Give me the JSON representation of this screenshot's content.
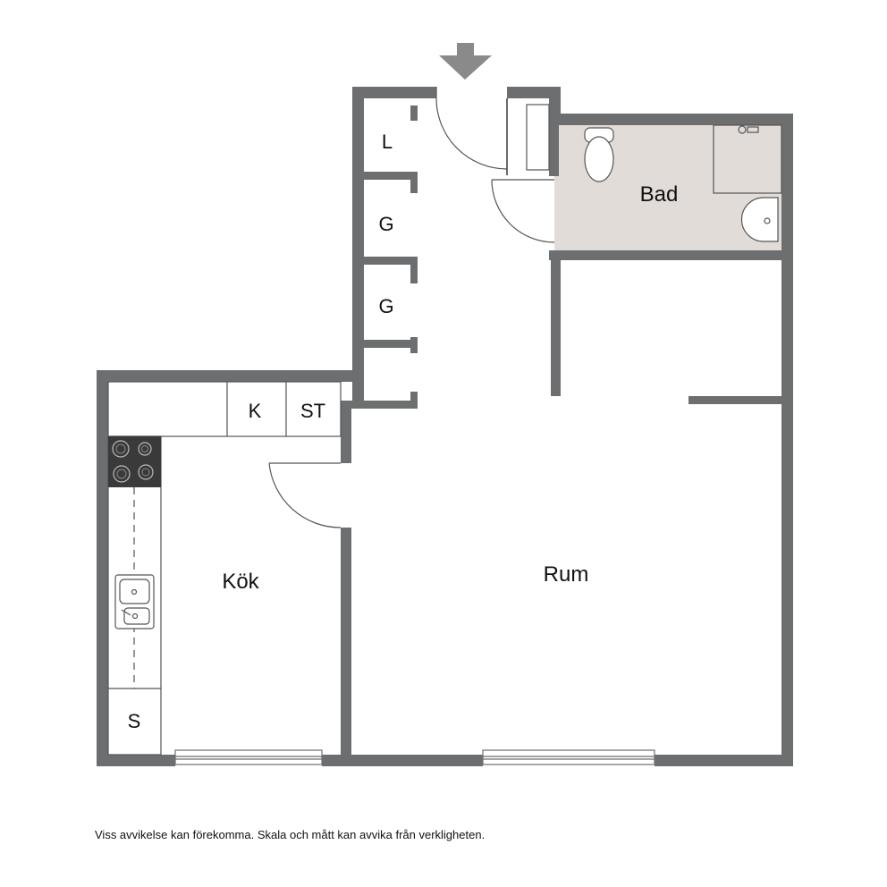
{
  "floorplan": {
    "entrance_arrow": "entrance-arrow-icon",
    "rooms": {
      "bad": "Bad",
      "kok": "Kök",
      "rum": "Rum"
    },
    "closets": {
      "linen": "L",
      "wardrobe_1": "G",
      "wardrobe_2": "G"
    },
    "kitchen_units": {
      "fridge": "K",
      "freezer": "ST",
      "storage": "S"
    },
    "colors": {
      "wall": "#6d6e70",
      "bathroom_floor": "#e1dcd8",
      "line": "#555555",
      "stove": "#3a3a3a"
    }
  },
  "disclaimer": "Viss avvikelse kan förekomma. Skala och mått kan avvika från verkligheten."
}
